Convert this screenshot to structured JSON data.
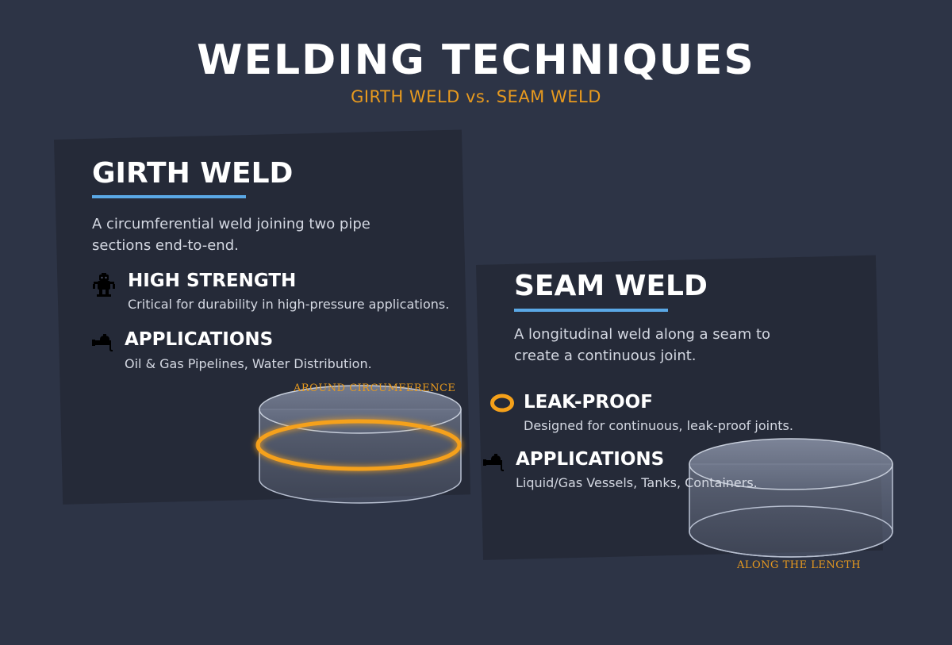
{
  "header": {
    "title": "WELDING TECHNIQUES",
    "subtitle": "GIRTH WELD vs. SEAM WELD"
  },
  "girth": {
    "heading": "GIRTH WELD",
    "description": "A circumferential weld joining two pipe sections end-to-end.",
    "features": [
      {
        "icon": "robot-icon",
        "title": "HIGH STRENGTH",
        "text": "Critical for durability in high-pressure applications."
      },
      {
        "icon": "pipe-valve-icon",
        "title": "APPLICATIONS",
        "text": "Oil & Gas Pipelines, Water Distribution."
      }
    ],
    "annotation": "AROUND CIRCUMFERENCE"
  },
  "seam": {
    "heading": "SEAM WELD",
    "description": "A longitudinal weld along a seam to create a continuous joint.",
    "features": [
      {
        "icon": "ring-icon",
        "title": "LEAK-PROOF",
        "text": "Designed for continuous, leak-proof joints."
      },
      {
        "icon": "pipe-valve-icon",
        "title": "APPLICATIONS",
        "text": "Liquid/Gas Vessels, Tanks, Containers."
      }
    ],
    "annotation": "ALONG THE LENGTH"
  },
  "colors": {
    "background": "#2d3446",
    "panel": "#252a38",
    "accent": "#e89a1e",
    "underline": "#5aa8e6"
  }
}
